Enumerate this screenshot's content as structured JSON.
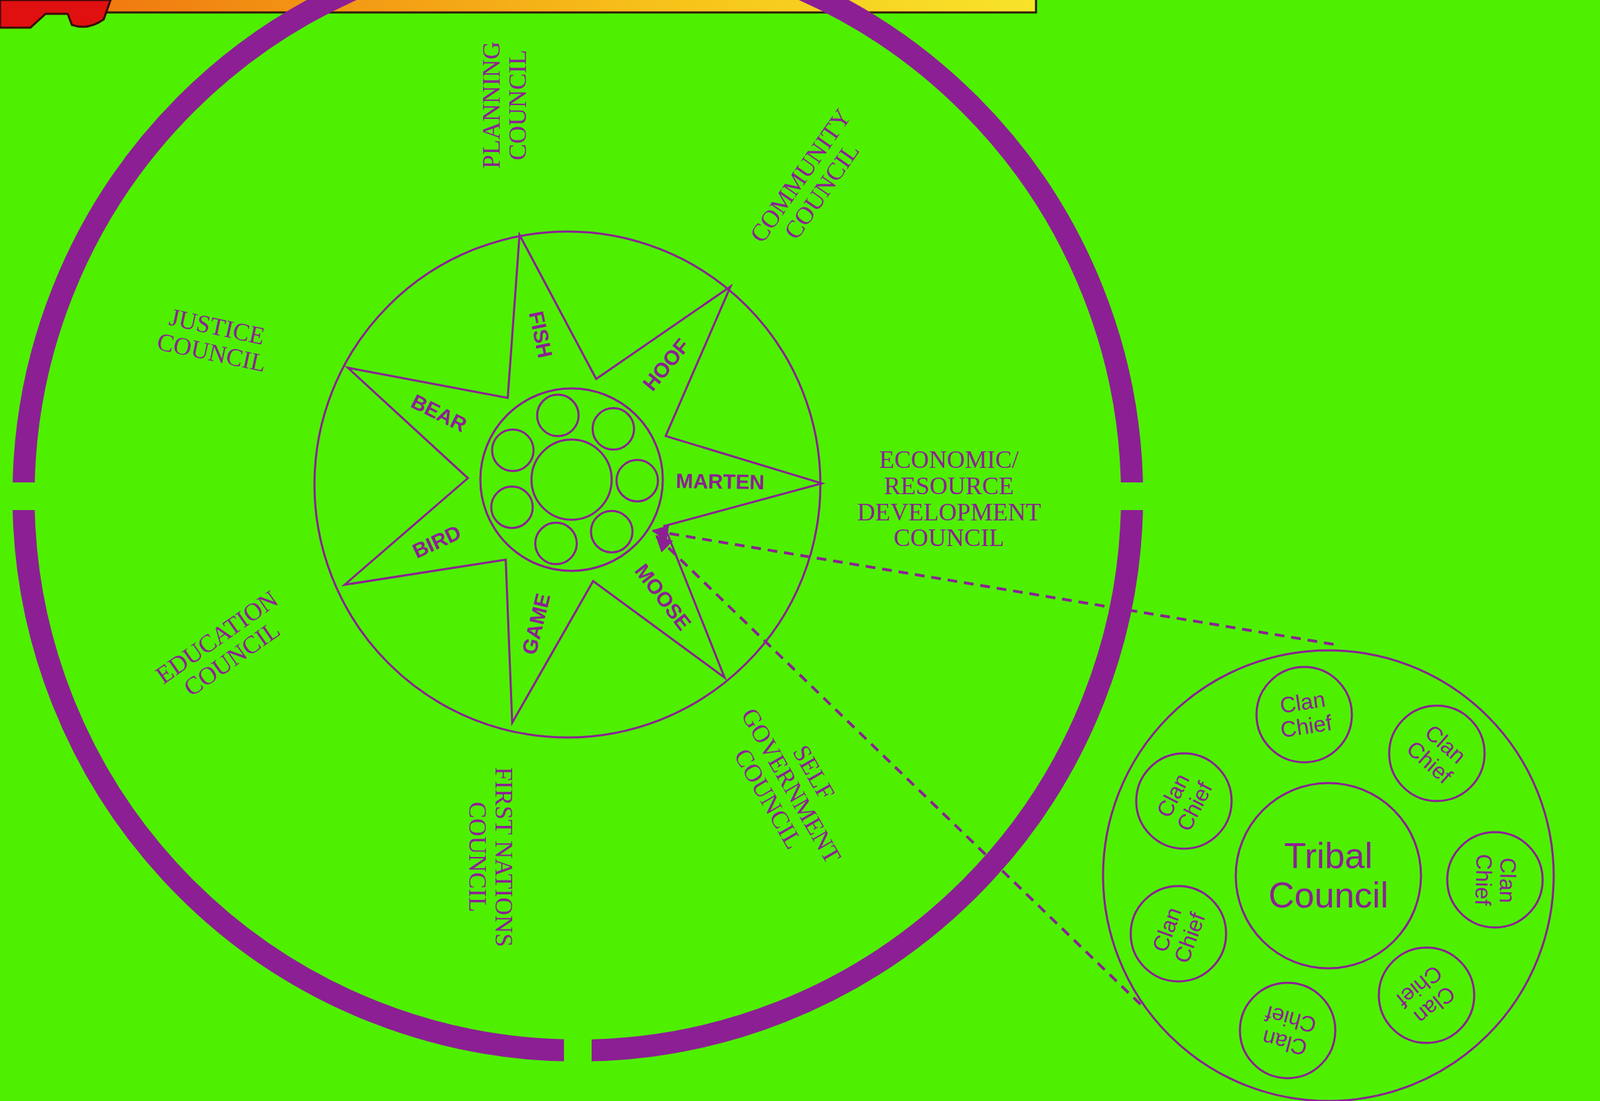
{
  "diagram": {
    "nodes": [
      {
        "text": [
          "Tribal Council"
        ]
      },
      {
        "text": [
          "Clan Chief"
        ]
      },
      {
        "text": [
          "Clan Chief"
        ]
      },
      {
        "text": [
          "Clan Chief"
        ]
      },
      {
        "text": [
          "Clan Chief"
        ]
      },
      {
        "text": [
          "Clan Chief"
        ]
      },
      {
        "text": [
          "Clan Chief"
        ]
      },
      {
        "text": [
          "Clan Chief"
        ]
      }
    ],
    "labels": [
      "PLANNING COUNCIL",
      "COMMUNITY COUNCIL",
      "ECONOMIC/ RESOURCE DEVELOPMENT COUNCIL",
      "SELF GOVERNMENT COUNCIL",
      "FIRST NATIONS COUNCIL",
      "EDUCATION COUNCIL",
      "JUSTICE COUNCIL",
      "FISH",
      "HOOF",
      "MARTEN",
      "MOOSE",
      "GAME",
      "BIRD",
      "BEAR"
    ]
  }
}
